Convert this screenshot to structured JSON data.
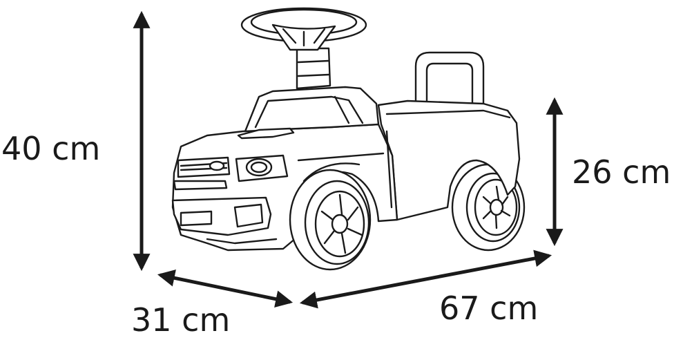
{
  "dimensions": {
    "total_height": "40 cm",
    "seat_height": "26 cm",
    "width": "31 cm",
    "length": "67 cm"
  },
  "colors": {
    "line": "#1a1a1a",
    "background": "#ffffff",
    "car_fill": "#ffffff"
  },
  "illustration": {
    "subject": "ride-on-car-icon",
    "style": "line-art"
  }
}
